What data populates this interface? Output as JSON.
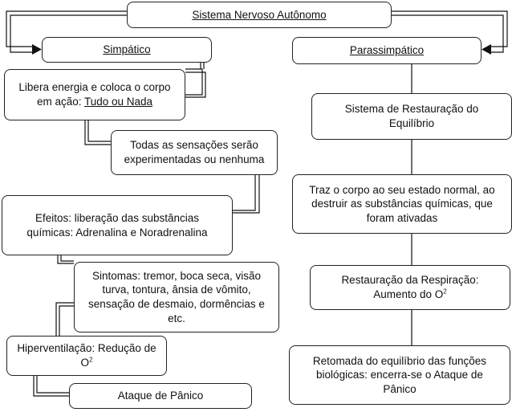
{
  "title": "Sistema Nervoso Autônomo",
  "simpatico": {
    "label": "Simpático",
    "libera_pre": "Libera energia e coloca o corpo em ação: ",
    "libera_link": "Tudo ou Nada",
    "sensacoes": "Todas as sensações serão experimentadas ou nenhuma",
    "efeitos": "Efeitos: liberação das substâncias químicas: Adrenalina e Noradrenalina",
    "sintomas": "Sintomas: tremor, boca seca, visão turva, tontura, ânsia de vômito, sensação de desmaio, dormências e etc.",
    "hiper_text": "Hiperventilação: Redução de O",
    "hiper_sup": "2",
    "ataque": "Ataque de Pânico"
  },
  "parassimpatico": {
    "label": "Parassimpático",
    "restauracao": "Sistema de Restauração do Equilíbrio",
    "traz": "Traz o corpo ao seu estado normal, ao destruir as substâncias químicas, que foram ativadas",
    "respiracao_text": "Restauração da Respiração: Aumento do O",
    "respiracao_sup": "2",
    "retomada": "Retomada do equilíbrio das funções biológicas: encerra-se o Ataque de Pânico"
  }
}
